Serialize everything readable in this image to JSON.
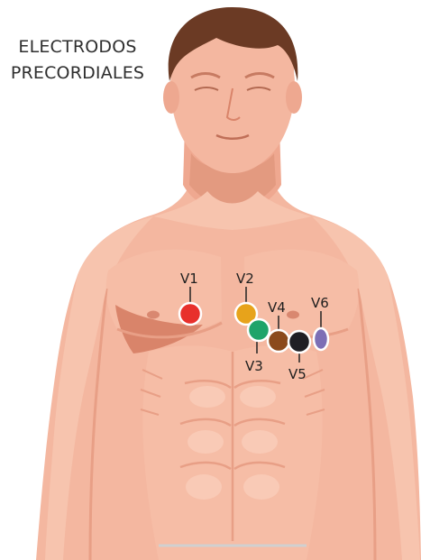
{
  "title_line1": "ELECTRODOS",
  "title_line2": "PRECORDIALES",
  "electrodes": [
    {
      "label": "V1",
      "color": "#e8302c"
    },
    {
      "label": "V2",
      "color": "#e7a31b"
    },
    {
      "label": "V3",
      "color": "#1fa46a"
    },
    {
      "label": "V4",
      "color": "#8b4a1c"
    },
    {
      "label": "V5",
      "color": "#1f1f24"
    },
    {
      "label": "V6",
      "color": "#7d6fb5"
    }
  ],
  "colors": {
    "skin": "#f4b7a0",
    "skin_shadow": "#e89f86",
    "skin_deep": "#d9846a",
    "hair": "#6b3a24",
    "background": "#ffffff"
  }
}
